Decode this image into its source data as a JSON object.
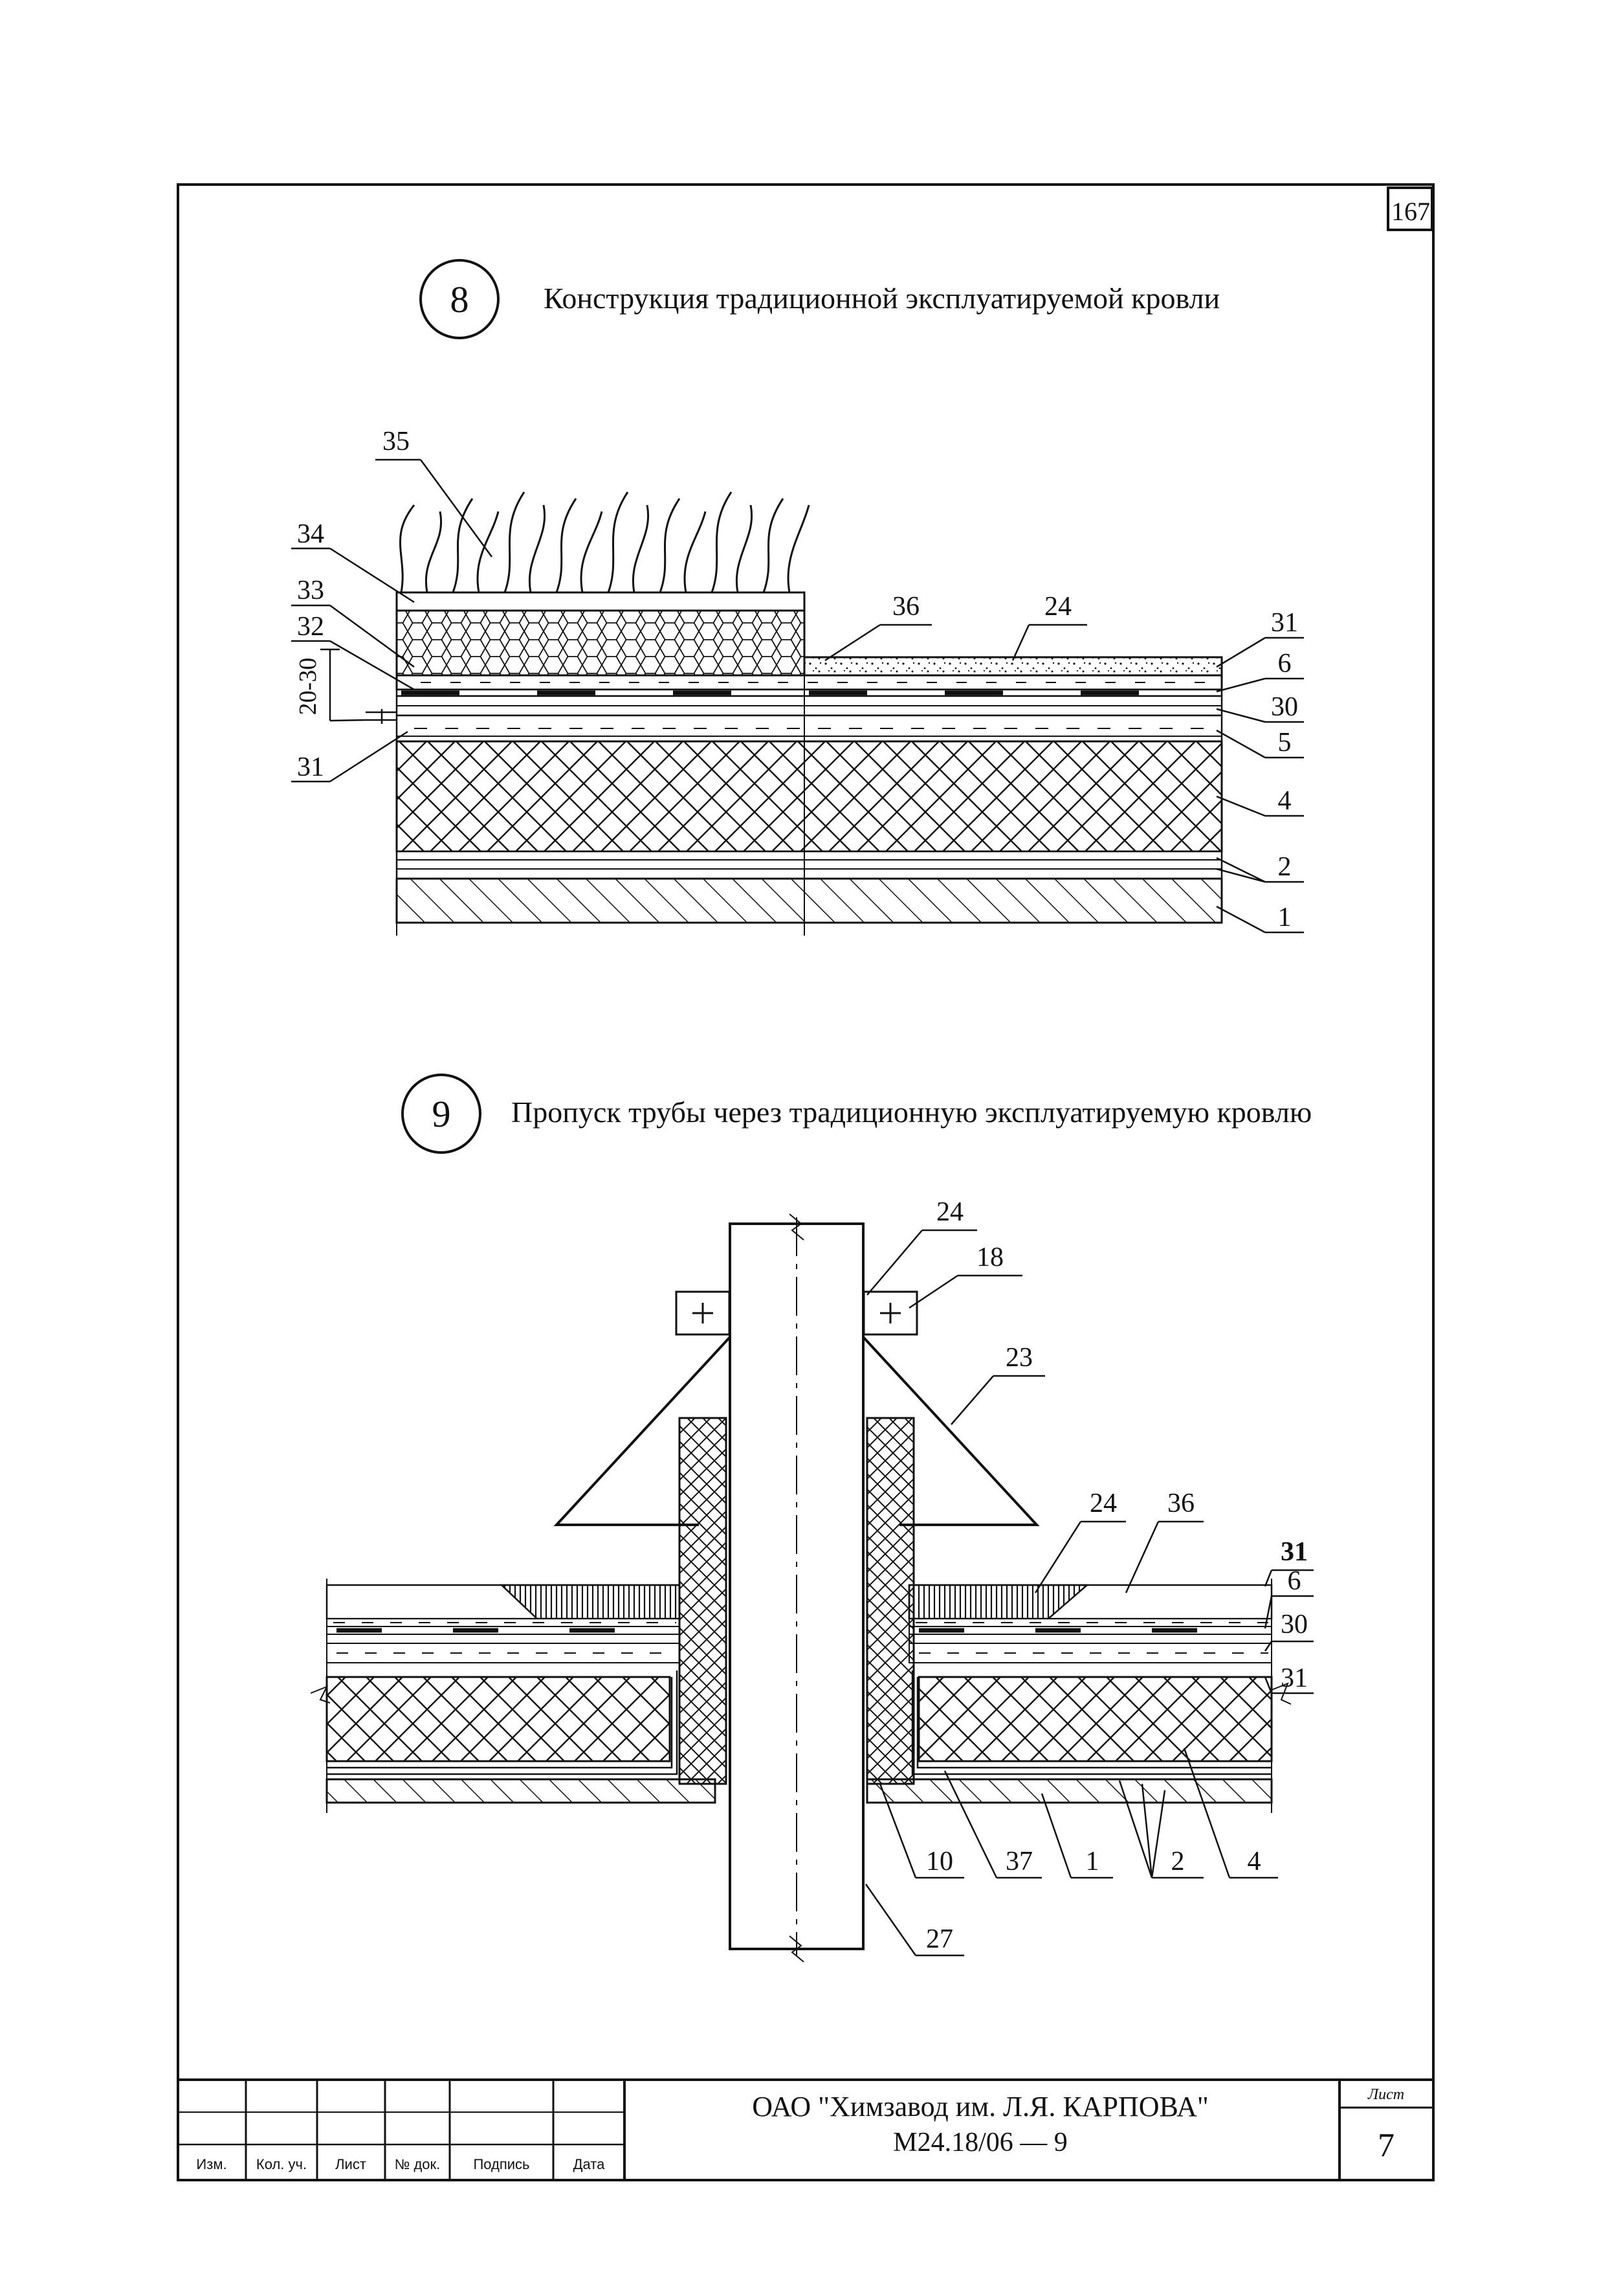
{
  "sheet_number": "167",
  "detail_8": {
    "number": "8",
    "title": "Конструкция традиционной эксплуатируемой кровли",
    "dimension": "20-30",
    "callouts": [
      "35",
      "34",
      "33",
      "32",
      "31",
      "36",
      "24",
      "31",
      "6",
      "30",
      "5",
      "4",
      "2",
      "1"
    ]
  },
  "detail_9": {
    "number": "9",
    "title": "Пропуск трубы через традиционную эксплуатируемую кровлю",
    "callouts_top": [
      "24",
      "18",
      "23",
      "24",
      "36"
    ],
    "callouts_right": [
      "31",
      "6",
      "30",
      "31"
    ],
    "callouts_bottom": [
      "10",
      "37",
      "1",
      "2",
      "4",
      "27"
    ]
  },
  "title_block": {
    "company": "ОАО \"Химзавод им. Л.Я. КАРПОВА\"",
    "code": "М24.18/06 — 9",
    "sheet_label": "Лист",
    "sheet_value": "7",
    "columns": [
      "Изм.",
      "Кол. уч.",
      "Лист",
      "№ док.",
      "Подпись",
      "Дата"
    ]
  }
}
